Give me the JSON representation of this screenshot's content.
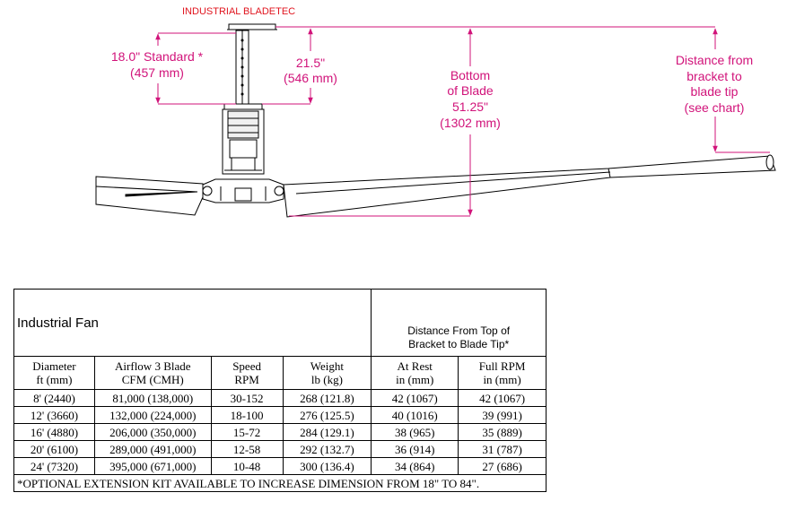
{
  "diagram": {
    "brand": "INDUSTRIAL BLADETEC",
    "bracket_length": {
      "line1": "18.0\" Standard *",
      "line2": "(457 mm)"
    },
    "motor_height": {
      "line1": "21.5\"",
      "line2": "(546 mm)"
    },
    "bottom_of_blade": {
      "line1": "Bottom",
      "line2": "of Blade",
      "line3": "51.25\"",
      "line4": "(1302 mm)"
    },
    "tip_distance": {
      "line1": "Distance from",
      "line2": "bracket to",
      "line3": "blade tip",
      "line4": "(see chart)"
    },
    "colors": {
      "dimension": "#d1137a",
      "brand": "#e0141e",
      "drawing": "#000000"
    }
  },
  "table": {
    "title": "Industrial Fan",
    "distance_header": {
      "line1": "Distance From Top of",
      "line2": "Bracket to Blade Tip*"
    },
    "columns": [
      {
        "line1": "Diameter",
        "line2": "ft (mm)"
      },
      {
        "line1": "Airflow 3 Blade",
        "line2": "CFM (CMH)"
      },
      {
        "line1": "Speed",
        "line2": "RPM"
      },
      {
        "line1": "Weight",
        "line2": "lb (kg)"
      },
      {
        "line1": "At Rest",
        "line2": "in (mm)"
      },
      {
        "line1": "Full RPM",
        "line2": "in (mm)"
      }
    ],
    "rows": [
      [
        "8' (2440)",
        "81,000 (138,000)",
        "30-152",
        "268 (121.8)",
        "42 (1067)",
        "42 (1067)"
      ],
      [
        "12' (3660)",
        "132,000 (224,000)",
        "18-100",
        "276 (125.5)",
        "40 (1016)",
        "39 (991)"
      ],
      [
        "16' (4880)",
        "206,000 (350,000)",
        "15-72",
        "284 (129.1)",
        "38 (965)",
        "35 (889)"
      ],
      [
        "20' (6100)",
        "289,000 (491,000)",
        "12-58",
        "292 (132.7)",
        "36 (914)",
        "31 (787)"
      ],
      [
        "24' (7320)",
        "395,000 (671,000)",
        "10-48",
        "300 (136.4)",
        "34 (864)",
        "27 (686)"
      ]
    ],
    "footnote": "*OPTIONAL EXTENSION KIT AVAILABLE TO INCREASE DIMENSION FROM 18\" TO 84\"."
  }
}
